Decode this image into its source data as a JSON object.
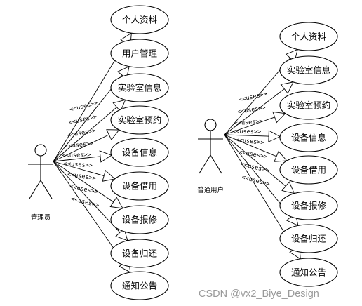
{
  "diagram": {
    "stereotype": "<<uses>>",
    "actors": [
      {
        "label": "管理员",
        "use_cases": [
          "个人资料",
          "用户管理",
          "实验室信息",
          "实验室预约",
          "设备信息",
          "设备借用",
          "设备报修",
          "设备归还",
          "通知公告"
        ]
      },
      {
        "label": "普通用户",
        "use_cases": [
          "个人资料",
          "实验室信息",
          "实验室预约",
          "设备信息",
          "设备借用",
          "设备报修",
          "设备归还",
          "通知公告"
        ]
      }
    ],
    "watermark": "CSDN @vx2_Biye_Design"
  }
}
